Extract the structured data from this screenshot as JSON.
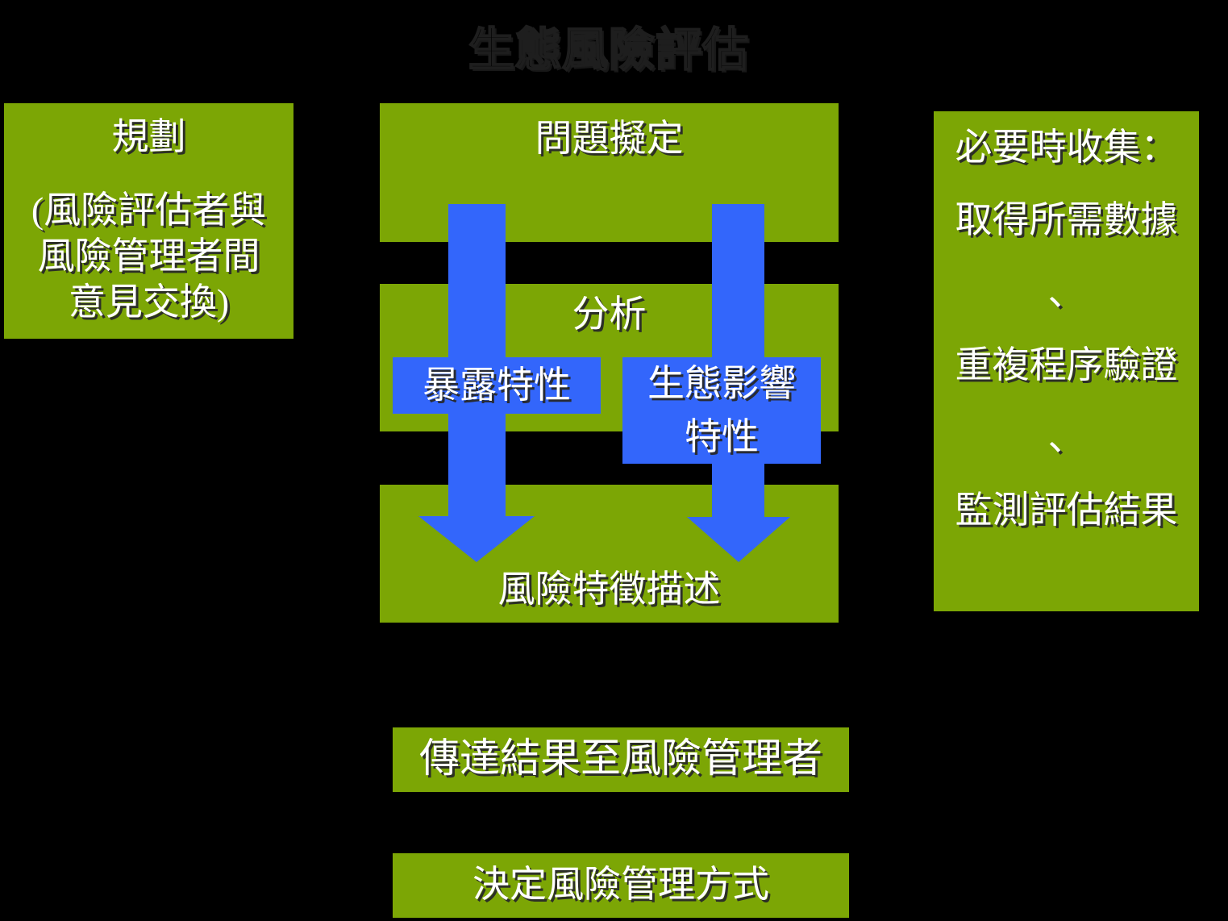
{
  "title": "生態風險評估",
  "colors": {
    "background": "#000000",
    "box_green": "#7CA605",
    "arrow_blue": "#3366FB",
    "text_white": "#FFFFFF",
    "text_shadow": "#282828"
  },
  "planning_box": {
    "heading": "規劃",
    "lines": [
      "(風險評估者與",
      "風險管理者間",
      "意見交換)"
    ]
  },
  "flow": {
    "problem_box": "問題擬定",
    "analysis_box": "分析",
    "exposure_box": "暴露特性",
    "effects_lines": [
      "生態影響",
      "特性"
    ],
    "risk_char_box": "風險特徵描述"
  },
  "right_box": {
    "lines": [
      "必要時收集：",
      "取得所需數據",
      "、",
      "重複程序驗證",
      "、",
      "監測評估結果"
    ]
  },
  "bottom": {
    "communicate_box": "傳達結果至風險管理者",
    "decide_box": "決定風險管理方式"
  },
  "arrows": [
    {
      "name": "left-down-arrow"
    },
    {
      "name": "right-down-arrow"
    }
  ]
}
